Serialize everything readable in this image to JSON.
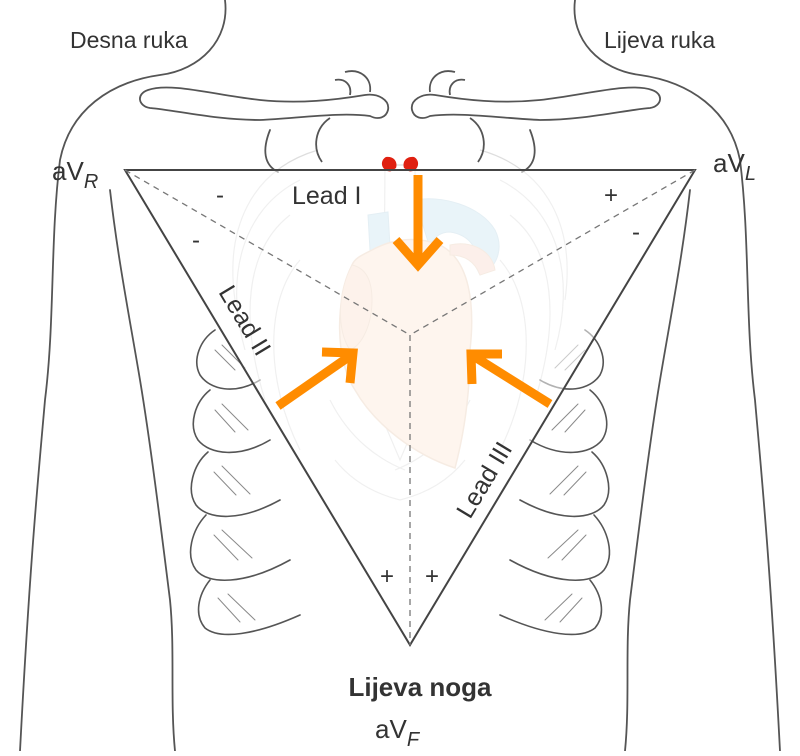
{
  "labels": {
    "right_arm": "Desna ruka",
    "left_arm": "Lijeva ruka",
    "left_leg": "Lijeva noga"
  },
  "electrodes": {
    "avr": {
      "main": "aV",
      "sub": "R"
    },
    "avl": {
      "main": "aV",
      "sub": "L"
    },
    "avf": {
      "main": "aV",
      "sub": "F"
    }
  },
  "leads": {
    "lead1": "Lead I",
    "lead2": "Lead II",
    "lead3": "Lead III"
  },
  "polarity": {
    "lead1_left": "-",
    "lead1_right": "+",
    "lead2_top": "-",
    "lead3_top": "-",
    "lead2_bottom": "+",
    "lead3_bottom": "+"
  },
  "colors": {
    "arrow": "#ff8c00",
    "outline": "#444444",
    "body_line": "#555555",
    "faint": "#d8d8d8",
    "heart_fill": "#fde8d8",
    "vessel_red": "#e02010",
    "vessel_blue": "#cfe6f2"
  }
}
